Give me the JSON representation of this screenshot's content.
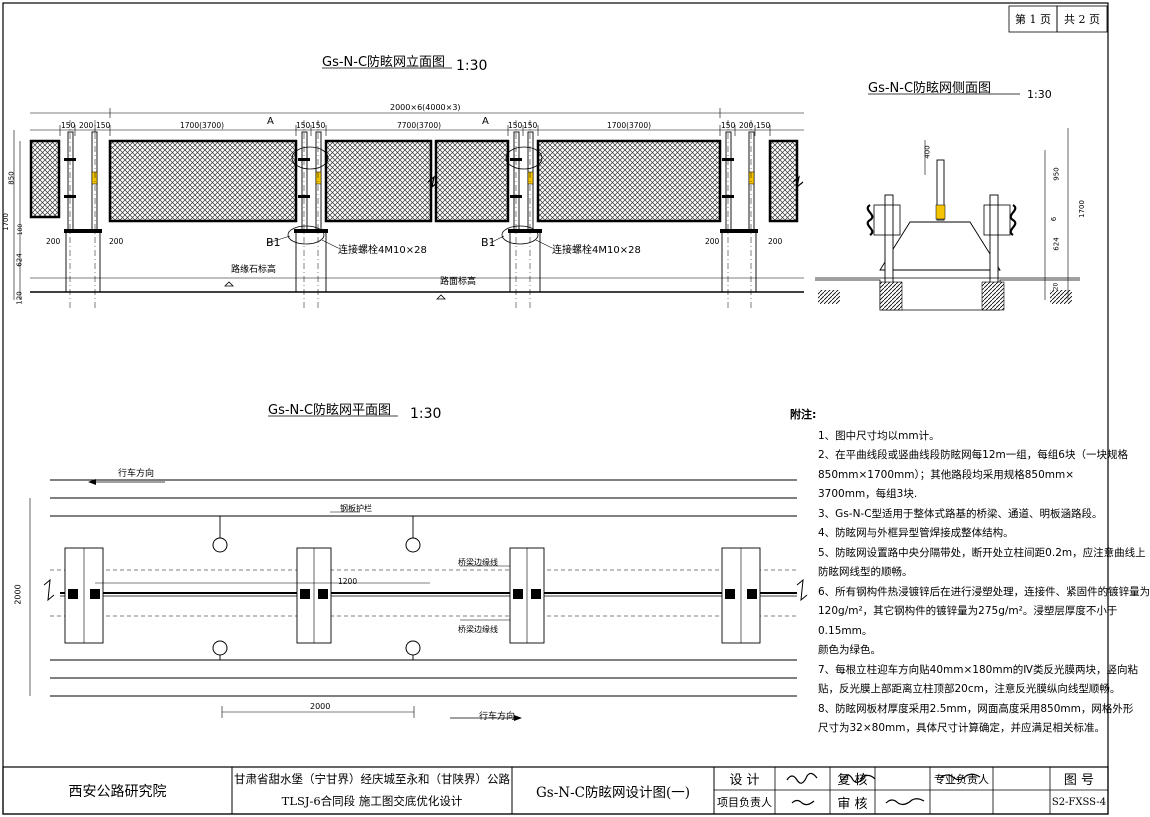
{
  "page_info": {
    "page_no": "第 1 页",
    "total": "共 2 页"
  },
  "elevation": {
    "title": "Gs-N-C防眩网立面图",
    "scale": "1:30",
    "overall_dim": "2000×6(4000×3)",
    "seg_dims": [
      "150",
      "200",
      "150",
      "1700(3700)",
      "150",
      "150",
      "7700(3700)",
      "150",
      "150",
      "1700(3700)",
      "150",
      "200",
      "150"
    ],
    "mark_a": "A",
    "mark_b1": "B1",
    "bolt_label": "连接螺栓4M10×28",
    "dim_200": "200",
    "curb_label": "路缘石标高",
    "road_label": "路面标高",
    "vert_dims": [
      "850",
      "1700",
      "100",
      "624",
      "120"
    ]
  },
  "side": {
    "title": "Gs-N-C防眩网侧面图",
    "scale": "1:30",
    "dims": [
      "400",
      "950",
      "6",
      "624",
      "20",
      "1700"
    ]
  },
  "plan": {
    "title": "Gs-N-C防眩网平面图",
    "scale": "1:30",
    "direction": "行车方向",
    "guardrail": "钢板护栏",
    "bridge_line": "桥梁边缘线",
    "dim_1200": "1200",
    "dim_2000": "2000",
    "dim_left_2000": "2000"
  },
  "notes": {
    "heading": "附注:",
    "lines": [
      "1、图中尺寸均以mm计。",
      "2、在平曲线段或竖曲线段防眩网每12m一组，每组6块（一块规格",
      "850mm×1700mm）；其他路段均采用规格850mm×",
      "3700mm，每组3块.",
      "3、Gs-N-C型适用于整体式路基的桥梁、通道、明板涵路段。",
      "4、防眩网与外框异型管焊接成整体结构。",
      "5、防眩网设置路中央分隔带处，断开处立柱间距0.2m，应注意曲线上",
      "防眩网线型的顺畅。",
      "6、所有钢构件热浸镀锌后在进行浸塑处理，连接件、紧固件的镀锌量为",
      "120g/m²，其它钢构件的镀锌量为275g/m²。浸塑层厚度不小于",
      "0.15mm。",
      "颜色为绿色。",
      "7、每根立柱迎车方向贴40mm×180mm的Ⅳ类反光膜两块，竖向粘",
      "贴，反光膜上部距离立柱顶部20cm，注意反光膜纵向线型顺畅。",
      "8、防眩网板材厚度采用2.5mm，网面高度采用850mm，网格外形",
      "尺寸为32×80mm，具体尺寸计算确定，并应满足相关标准。"
    ]
  },
  "title_block": {
    "company": "西安公路研究院",
    "project_line1": "甘肃省甜水堡（宁甘界）经庆城至永和（甘陕界）公路",
    "project_line2": "TLSJ-6合同段  施工图交底优化设计",
    "drawing_title": "Gs-N-C防眩网设计图(一)",
    "design": "设  计",
    "review": "复 核",
    "specialist": "专业负责人",
    "drawing_no_label": "图 号",
    "project_lead": "项目负责人",
    "approve": "审 核",
    "drawing_no": "S2-FXSS-4"
  }
}
